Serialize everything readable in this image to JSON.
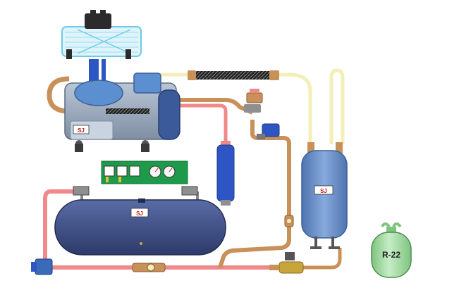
{
  "labels": {
    "brand_compressor": "SJ",
    "brand_receiver": "SJ",
    "brand_accumulator": "SJ",
    "refrigerant": "R-22"
  },
  "colors": {
    "pipe_hot": "#f08a8a",
    "pipe_copper": "#c8915a",
    "pipe_liquid": "#f2e9a6",
    "tank_blue": "#3e4f86",
    "accumulator_blue": "#6a90c8",
    "panel_green": "#1e9a4b",
    "refrigerant_can": "#a6dca6"
  },
  "icons": {
    "compressor": "compressor-icon",
    "condenser_fan": "fan-coil-icon",
    "receiver": "receiver-tank-icon",
    "accumulator": "accumulator-icon",
    "filter_drier": "filter-drier-icon",
    "sight_glass": "sight-glass-icon",
    "solenoid_valve": "solenoid-valve-icon",
    "expansion_valve": "expansion-valve-icon",
    "gauge_panel": "pressure-gauge-panel-icon",
    "refrigerant_cylinder": "refrigerant-cylinder-icon"
  }
}
